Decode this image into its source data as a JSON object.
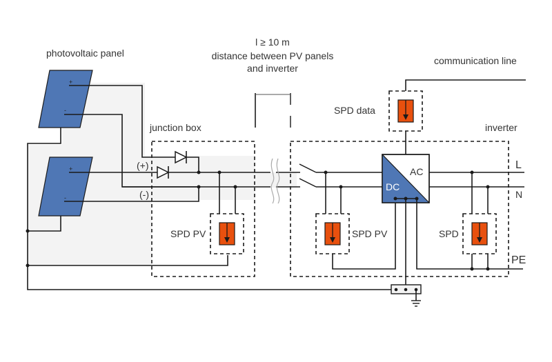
{
  "diagram": {
    "title": "Surge protection of a photovoltaic installation",
    "labels": {
      "pv_panel": "photovoltaic panel",
      "distance_line1": "l ≥ 10 m",
      "distance_line2": "distance between PV panels",
      "distance_line3": "and inverter",
      "communication_line": "communication line",
      "spd_data": "SPD data",
      "junction_box": "junction box",
      "inverter": "inverter",
      "plus_terminal": "(+)",
      "minus_terminal": "(-)",
      "spd_pv_junction": "SPD PV",
      "spd_pv_inverter": "SPD PV",
      "spd_ac": "SPD",
      "ac": "AC",
      "dc": "DC",
      "line_L": "L",
      "line_N": "N",
      "line_PE": "PE",
      "panel_plus": "+",
      "panel_minus": "-"
    },
    "colors": {
      "panel_blue": "#4f77b5",
      "spd_orange": "#e8500e",
      "box_fill": "#dadff0",
      "gray_area": "#f3f3f3",
      "wire": "#1a1a1a",
      "text": "#333333"
    }
  }
}
